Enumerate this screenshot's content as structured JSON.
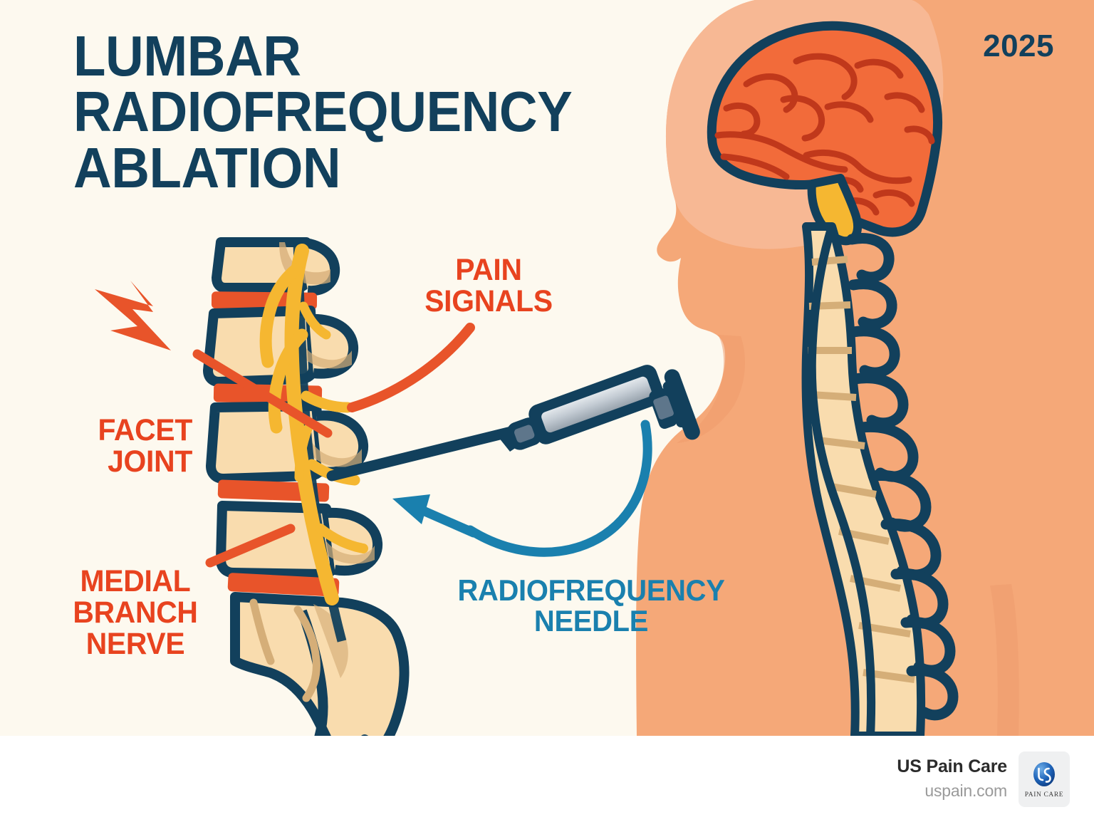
{
  "header": {
    "title": "LUMBAR\nRADIOFREQUENCY\nABLATION",
    "year": "2025"
  },
  "labels": {
    "pain_signals": "PAIN\nSIGNALS",
    "facet_joint": "FACET\nJOINT",
    "medial_branch_nerve": "MEDIAL\nBRANCH\nNERVE",
    "rf_needle": "RADIOFREQUENCY\nNEEDLE"
  },
  "footer": {
    "brand_name": "US Pain Care",
    "brand_url": "uspain.com",
    "logo_wordmark": "PAIN CARE",
    "logo_monogram": "US"
  },
  "illustration": {
    "elements": [
      "lumbar-spine-cross-section",
      "vertebral-bodies",
      "intervertebral-discs",
      "medial-branch-nerves",
      "facet-joints",
      "sacrum",
      "pain-lightning-bolt",
      "radiofrequency-syringe",
      "needle-shaft",
      "human-head-profile",
      "brain",
      "brainstem",
      "full-spine-column",
      "pain-signal-leader-line",
      "needle-pointer-arrow"
    ]
  },
  "colors": {
    "background": "#FDF9EF",
    "navy_outline": "#12405C",
    "title_navy": "#12405C",
    "accent_red": "#E8431F",
    "accent_blue": "#1A80AE",
    "bone_tan": "#F9DCAE",
    "bone_shadow": "#D5AE78",
    "nerve_yellow": "#F5B731",
    "disc_orange": "#E8542A",
    "skin_peach": "#F5A878",
    "skin_light": "#F7B894",
    "brain_orange": "#F26B3A",
    "brain_sulci": "#C0381B",
    "syringe_silver": "#B6BEC6",
    "footer_text": "#2B2B2B",
    "footer_url": "#9A9A9A",
    "logo_blue": "#1E63B8"
  }
}
